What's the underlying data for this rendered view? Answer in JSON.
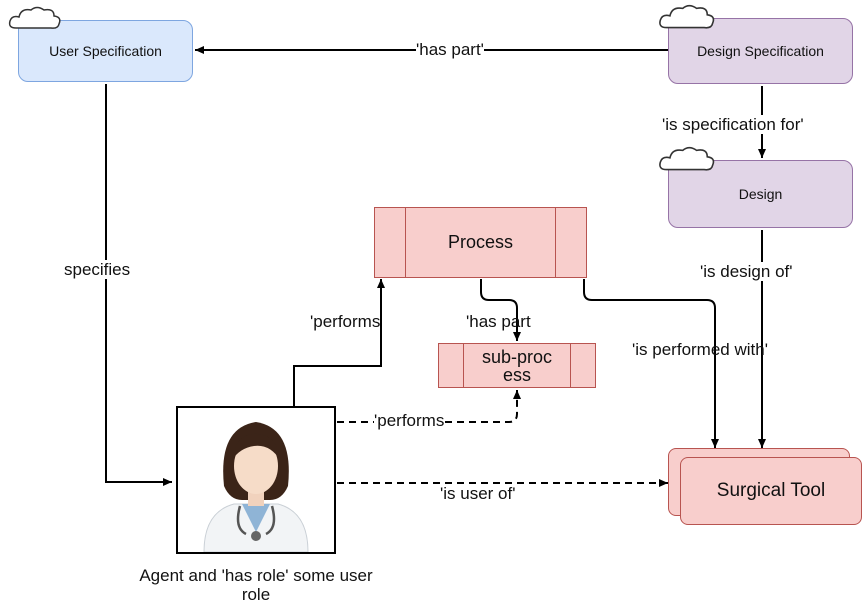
{
  "nodes": {
    "user_specification": "User Specification",
    "design_specification": "Design Specification",
    "design": "Design",
    "process": "Process",
    "sub_process": "sub-process",
    "surgical_tool": "Surgical Tool",
    "agent": "Agent and 'has role' some user role"
  },
  "edges": {
    "has_part_top": "'has part'",
    "is_specification_for": "'is specification for'",
    "specifies": "specifies",
    "is_design_of": "'is design of'",
    "performs_process": "'performs",
    "has_part_sub": "'has part",
    "is_performed_with": "'is performed with'",
    "performs_sub": "'performs",
    "is_user_of": "'is user of'"
  },
  "colors": {
    "blue_fill": "#dae8fc",
    "purple_fill": "#e1d5e7",
    "red_fill": "#f8cecc",
    "red_stroke": "#b85450"
  },
  "icons": [
    "cloud-icon",
    "doctor-icon"
  ]
}
